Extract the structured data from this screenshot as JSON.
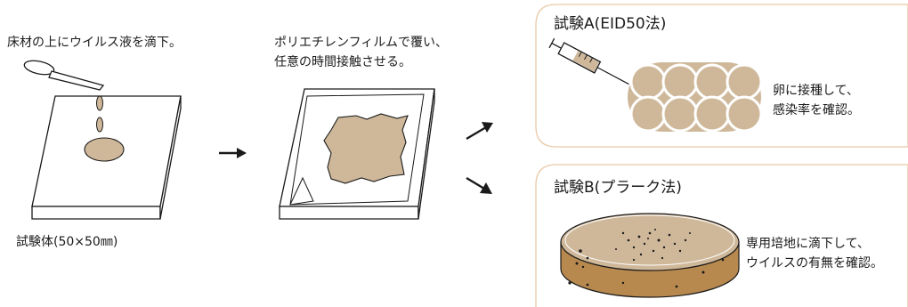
{
  "step1": {
    "caption": "床材の上にウイルス液を滴下。",
    "specimen_label": "試験体(50×50㎜)"
  },
  "step2": {
    "caption_line1": "ポリエチレンフィルムで覆い、",
    "caption_line2": "任意の時間接触させる。"
  },
  "test_a": {
    "title": "試験A(EID50法)",
    "desc_line1": "卵に接種して、",
    "desc_line2": "感染率を確認。"
  },
  "test_b": {
    "title": "試験B(プラーク法)",
    "desc_line1": "専用培地に滴下して、",
    "desc_line2": "ウイルスの有無を確認。"
  },
  "colors": {
    "virus_tan": "#cfb89a",
    "dish_brown": "#b8894f",
    "box_border": "#e8c9a8",
    "ink": "#1a1a1a"
  }
}
